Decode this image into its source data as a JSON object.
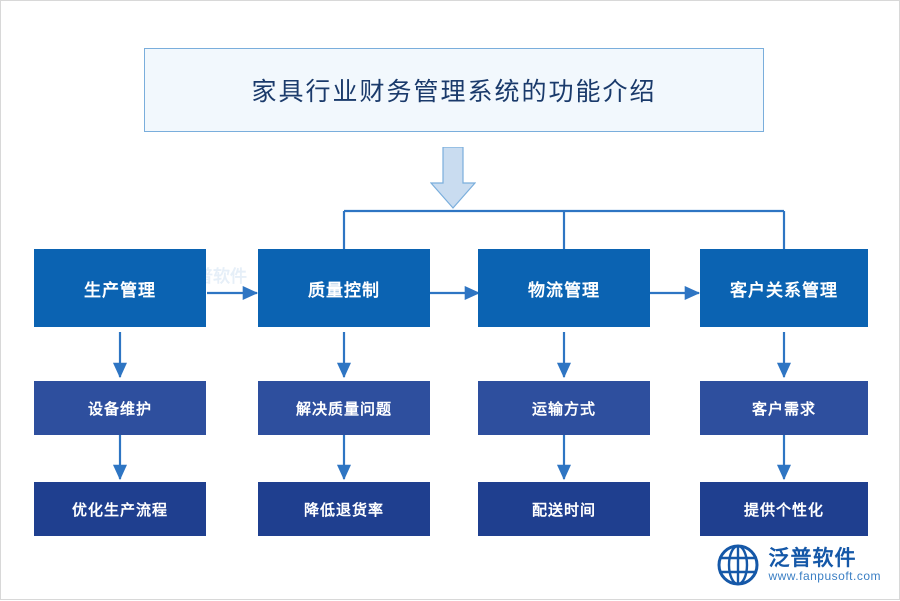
{
  "title": {
    "text": "家具行业财务管理系统的功能介绍"
  },
  "colors": {
    "title_bg": "#f2f8fd",
    "title_border": "#7aaedc",
    "title_text": "#1a3a6b",
    "level1_box": "#0b63b2",
    "level2_box": "#2e4f9e",
    "level3_box": "#1f3f8f",
    "arrow": "#2e75c3",
    "big_arrow_fill": "#c9dcf0",
    "big_arrow_stroke": "#7aaedc",
    "brand_blue": "#1558a8"
  },
  "columns": [
    {
      "level1": "生产管理",
      "level2": "设备维护",
      "level3": "优化生产流程"
    },
    {
      "level1": "质量控制",
      "level2": "解决质量问题",
      "level3": "降低退货率"
    },
    {
      "level1": "物流管理",
      "level2": "运输方式",
      "level3": "配送时间"
    },
    {
      "level1": "客户关系管理",
      "level2": "客户需求",
      "level3": "提供个性化"
    }
  ],
  "watermarks": {
    "center_text": "泛普软件",
    "brand_name": "泛普软件",
    "brand_url": "www.fanpusoft.com"
  },
  "icons": {
    "big_arrow": "down-arrow-icon",
    "brand_logo": "fanpu-logo-icon",
    "center_logo": "fanpu-watermark-icon"
  }
}
